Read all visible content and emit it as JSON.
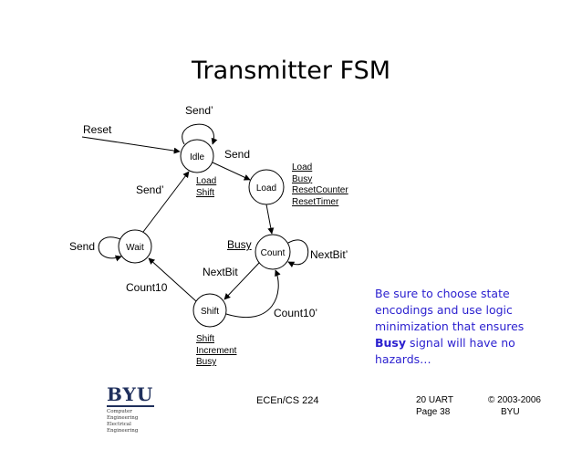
{
  "title": "Transmitter FSM",
  "states": {
    "idle": "Idle",
    "load": "Load",
    "count": "Count",
    "shift": "Shift",
    "wait": "Wait"
  },
  "transitions": {
    "reset": "Reset",
    "idle_self": "Send’",
    "idle_to_load": "Send",
    "wait_to_idle": "Send’",
    "wait_self": "Send",
    "count_to_shift": "NextBit",
    "count_self": "NextBit’",
    "shift_to_count": "Count10’",
    "shift_to_wait": "Count10",
    "busy_label": "Busy"
  },
  "outputs": {
    "idle": [
      "Load",
      "Shift"
    ],
    "load": [
      "Load",
      "Busy",
      "ResetCounter",
      "ResetTimer"
    ],
    "shift": [
      "Shift",
      "Increment",
      "Busy"
    ]
  },
  "note": {
    "line1": "Be sure to choose state",
    "line2": "encodings and use logic",
    "line3": "minimization that ensures",
    "bold": "Busy",
    "line4_rest": " signal will have no",
    "line5": "hazards…"
  },
  "logo": {
    "word": "BYU",
    "sub1": "Computer Engineering",
    "sub2": "Electrical Engineering"
  },
  "footer": {
    "course": "ECEn/CS 224",
    "section": "20 UART",
    "page": "Page 38",
    "copyright": "© 2003-2006",
    "org": "BYU"
  }
}
